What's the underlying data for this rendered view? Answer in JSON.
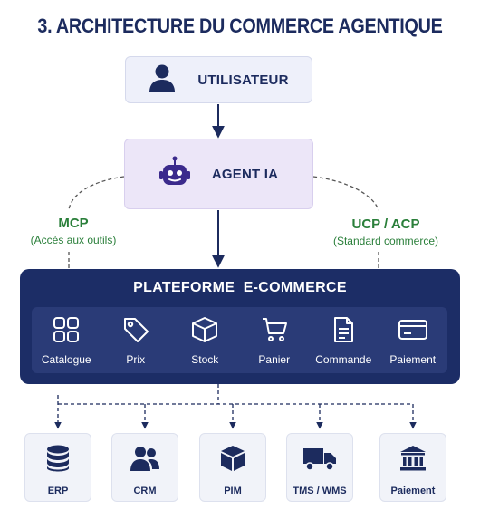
{
  "title": "3. ARCHITECTURE DU COMMERCE AGENTIQUE",
  "user": {
    "label": "UTILISATEUR",
    "icon": "user-icon"
  },
  "agent": {
    "label": "AGENT IA",
    "icon": "robot-icon"
  },
  "mcp": {
    "main": "MCP",
    "sub": "(Accès aux outils)"
  },
  "ucp": {
    "main": "UCP / ACP",
    "sub": "(Standard commerce)"
  },
  "platform": {
    "title": "PLATEFORME  E-COMMERCE",
    "modules": [
      {
        "label": "Catalogue",
        "icon": "grid-icon"
      },
      {
        "label": "Prix",
        "icon": "price-tag-icon"
      },
      {
        "label": "Stock",
        "icon": "box-icon"
      },
      {
        "label": "Panier",
        "icon": "cart-icon"
      },
      {
        "label": "Commande",
        "icon": "document-icon"
      },
      {
        "label": "Paiement",
        "icon": "credit-card-icon"
      }
    ]
  },
  "systems": [
    {
      "label": "ERP",
      "icon": "database-icon"
    },
    {
      "label": "CRM",
      "icon": "users-icon"
    },
    {
      "label": "PIM",
      "icon": "package-icon"
    },
    {
      "label": "TMS / WMS",
      "icon": "truck-icon"
    },
    {
      "label": "Paiement",
      "icon": "bank-icon"
    }
  ],
  "colors": {
    "navy": "#1c2d66",
    "navy_inner": "#2a3b77",
    "green": "#2a7f3a",
    "user_bg": "#eef0fa",
    "agent_bg": "#ece6f8",
    "robot": "#3b2a8c"
  }
}
